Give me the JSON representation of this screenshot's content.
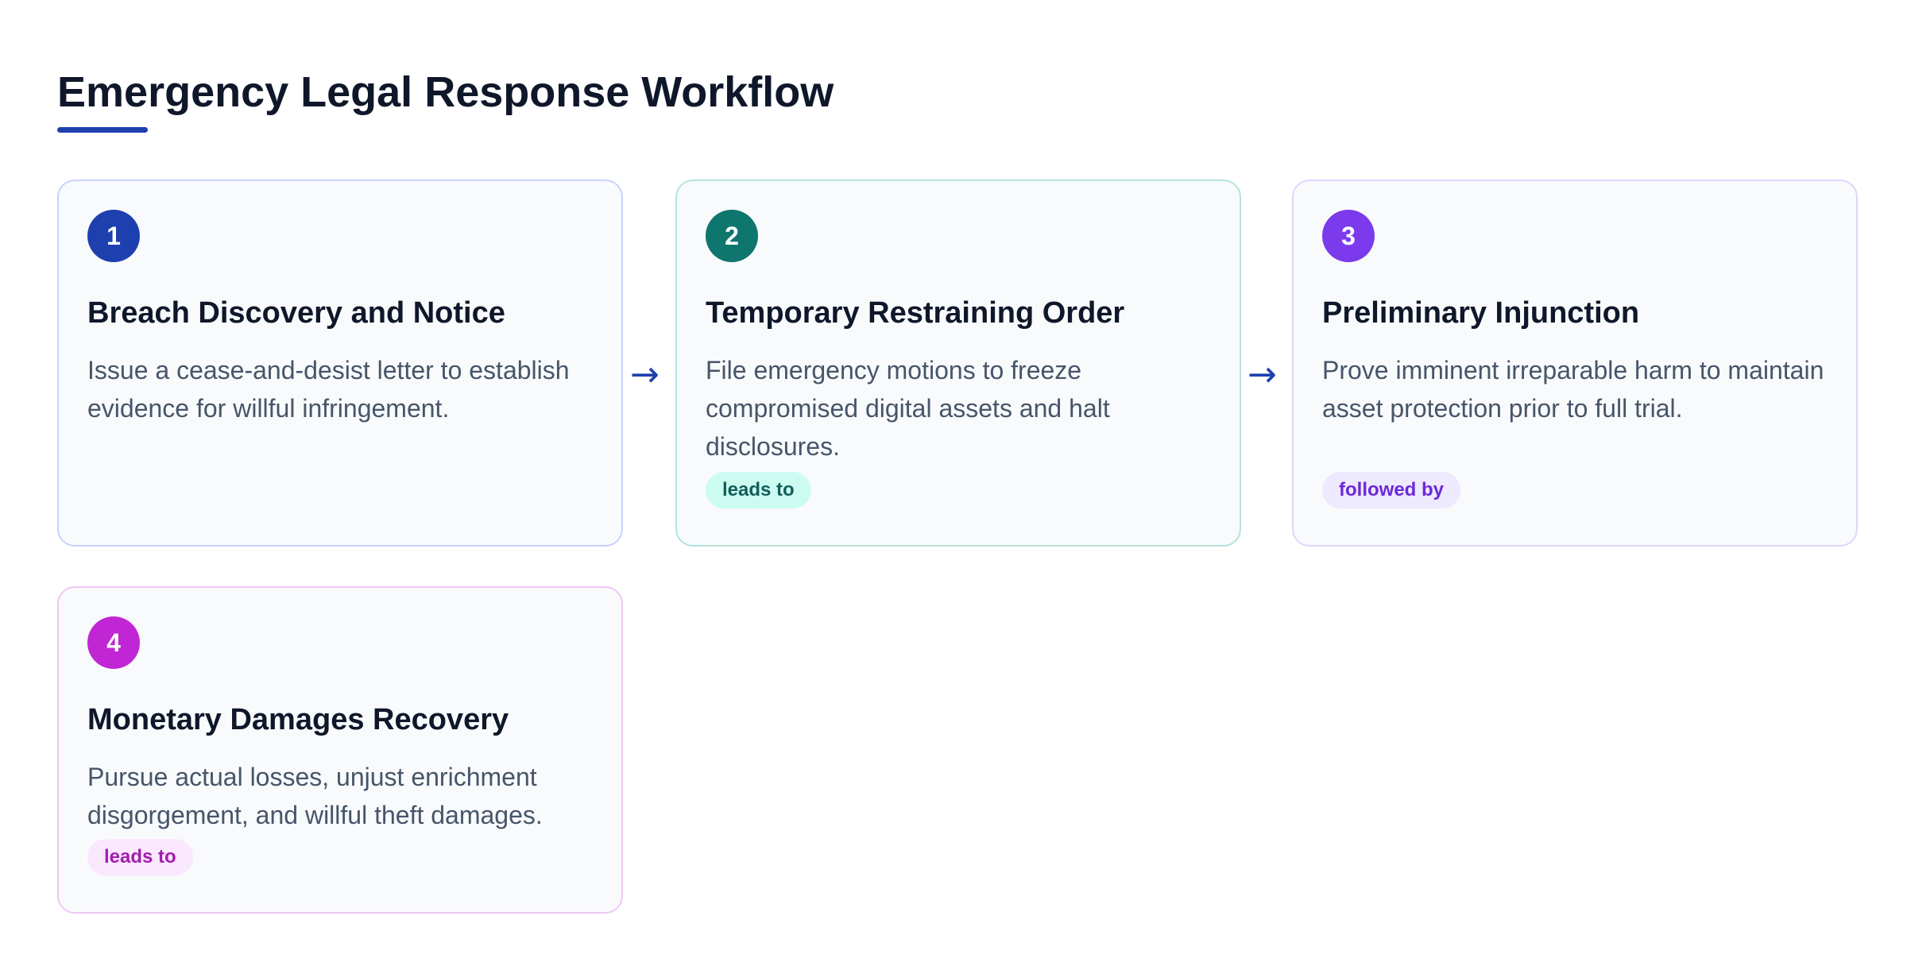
{
  "title": "Emergency Legal Response Workflow",
  "accent_color": "#1e40af",
  "steps": [
    {
      "number": "1",
      "title": "Breach Discovery and Notice",
      "description": "Issue a cease-and-desist letter to establish evidence for willful infringement.",
      "badge": "",
      "color": "#1e40af",
      "border_color": "#c7d2fe"
    },
    {
      "number": "2",
      "title": "Temporary Restraining Order",
      "description": "File emergency motions to freeze compromised digital assets and halt disclosures.",
      "badge": "leads to",
      "color": "#0f766e",
      "border_color": "#b5e3dc",
      "badge_bg": "#ccfbf1",
      "badge_color": "#115e59"
    },
    {
      "number": "3",
      "title": "Preliminary Injunction",
      "description": "Prove imminent irreparable harm to maintain asset protection prior to full trial.",
      "badge": "followed by",
      "color": "#7c3aed",
      "border_color": "#ddd6fe",
      "badge_bg": "#ede9fe",
      "badge_color": "#6d28d9"
    },
    {
      "number": "4",
      "title": "Monetary Damages Recovery",
      "description": "Pursue actual losses, unjust enrichment disgorgement, and willful theft damages.",
      "badge": "leads to",
      "color": "#c026d3",
      "border_color": "#f0c6f5",
      "badge_bg": "#fae8ff",
      "badge_color": "#a21caf"
    }
  ],
  "connectors": [
    "→",
    "→"
  ]
}
